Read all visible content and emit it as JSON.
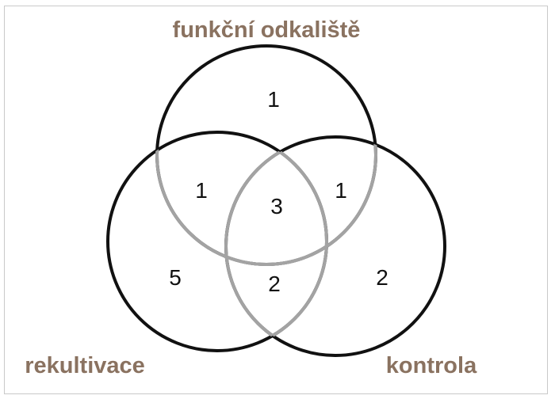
{
  "sets": {
    "top": {
      "label": "funkční odkaliště"
    },
    "left": {
      "label": "rekultivace"
    },
    "right": {
      "label": "kontrola"
    }
  },
  "regions": {
    "top_only": "1",
    "left_only": "5",
    "right_only": "2",
    "top_left": "1",
    "top_right": "1",
    "left_right": "2",
    "all_three": "3"
  },
  "colors": {
    "label": "#8a7260",
    "circle_outer": "#111111",
    "circle_inner": "#9a9a9a",
    "frame_border": "#c9c9c9"
  }
}
